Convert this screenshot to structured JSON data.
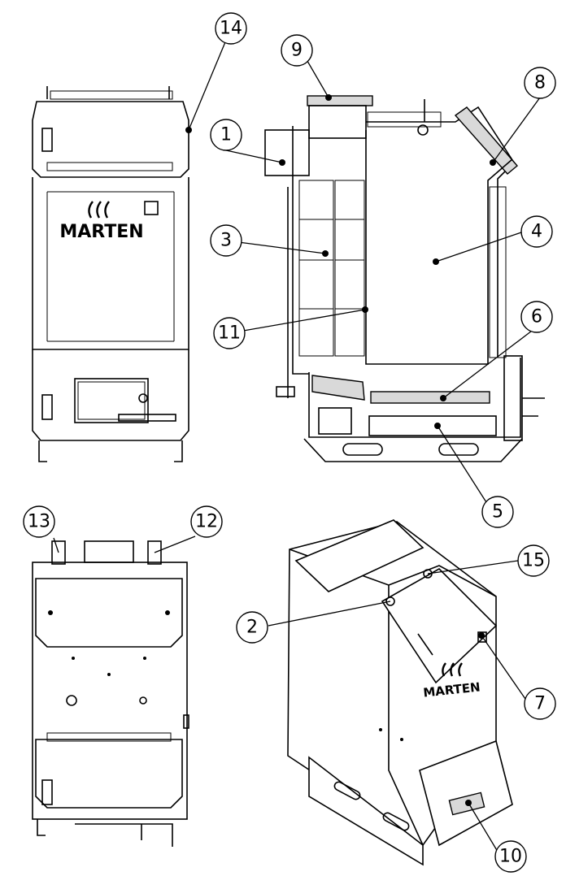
{
  "brand": {
    "text": "MARTEN"
  },
  "callouts": [
    "1",
    "2",
    "3",
    "4",
    "5",
    "6",
    "7",
    "8",
    "9",
    "10",
    "11",
    "12",
    "13",
    "14",
    "15"
  ]
}
